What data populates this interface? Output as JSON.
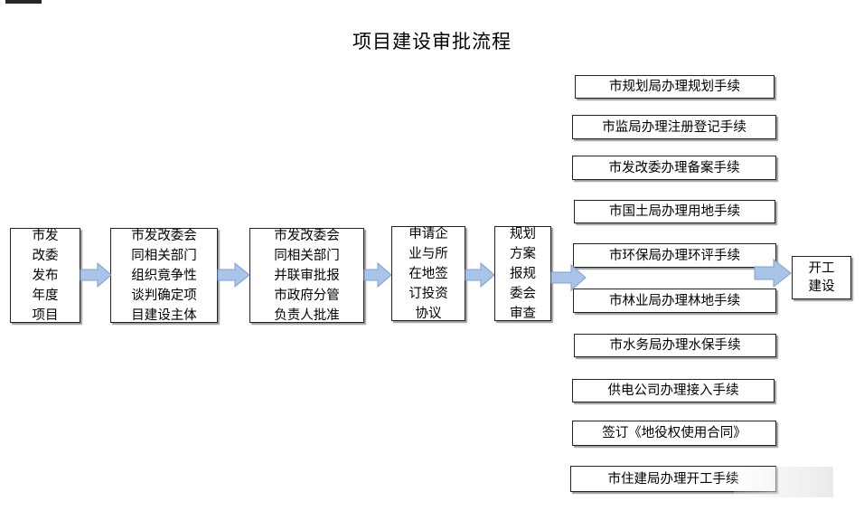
{
  "title": "项目建设审批流程",
  "steps": [
    "市发\n改委\n发布\n年度\n项目",
    "市发改委会\n同相关部门\n组织竟争性\n谈判确定项\n目建设主体",
    "市发改委会\n同相关部门\n并联审批报\n市政府分管\n负责人批准",
    "申请企\n业与所\n在地签\n订投资\n协议",
    "规划\n方案\n报规\n委会\n审查"
  ],
  "procedures": [
    "市规划局办理规划手续",
    "市监局办理注册登记手续",
    "市发改委办理备案手续",
    "市国土局办理用地手续",
    "市环保局办理环评手续",
    "市林业局办理林地手续",
    "市水务局办理水保手续",
    "供电公司办理接入手续",
    "签订《地役权使用合同》",
    "市住建局办理开工手续"
  ],
  "final_step": "开工\n建设",
  "colors": {
    "arrow_fill": "#a9c4e8",
    "arrow_stroke": "#7d9fcf",
    "box_border": "#222222"
  }
}
